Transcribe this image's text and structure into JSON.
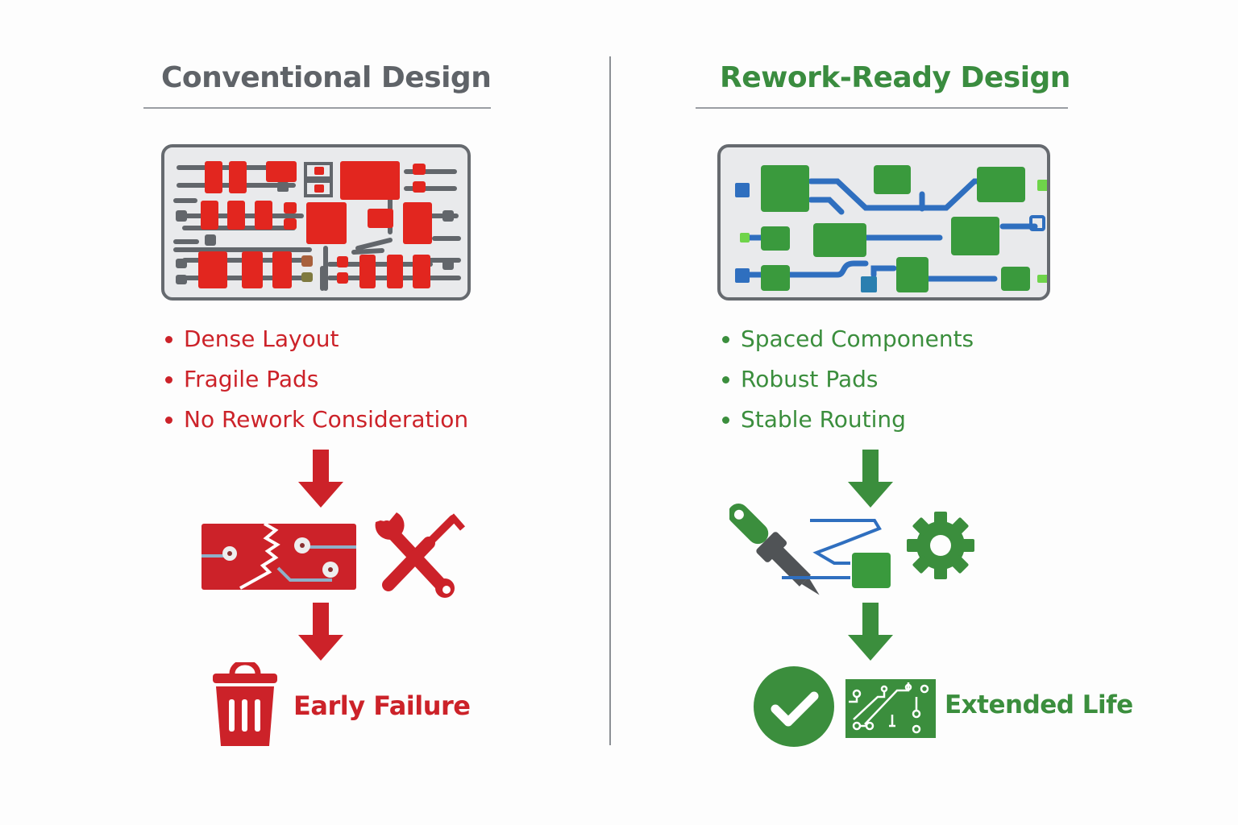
{
  "left": {
    "title": "Conventional Design",
    "bullets": [
      "Dense Layout",
      "Fragile Pads",
      "No Rework Consideration"
    ],
    "outcome": "Early Failure",
    "icons": [
      "dense-pcb-icon",
      "arrow-down-icon",
      "cracked-pcb-icon",
      "wrench-screwdriver-icon",
      "trash-can-icon"
    ]
  },
  "right": {
    "title": "Rework-Ready Design",
    "bullets": [
      "Spaced Components",
      "Robust Pads",
      "Stable Routing"
    ],
    "outcome": "Extended Life",
    "icons": [
      "spaced-pcb-icon",
      "arrow-down-icon",
      "soldering-iron-icon",
      "gear-icon",
      "checkmark-circle-icon",
      "circuit-board-icon"
    ]
  },
  "colors": {
    "conventional_accent": "#cc2229",
    "rework_accent": "#3b8e3d",
    "trace_blue": "#2f6fbf",
    "neutral_gray": "#5f6368"
  }
}
